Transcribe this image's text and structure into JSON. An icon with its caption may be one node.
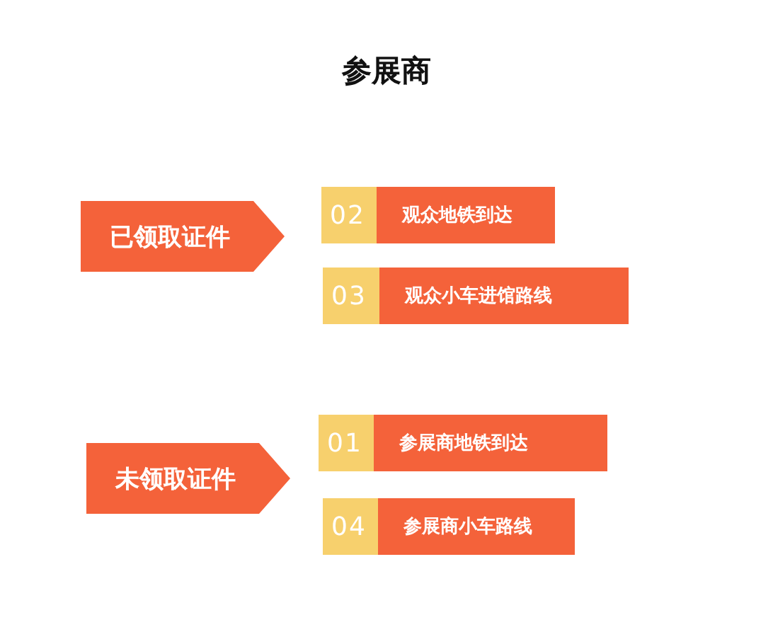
{
  "diagram": {
    "title": "参展商",
    "nodes": [
      {
        "text": [
          "已领取证件"
        ]
      },
      {
        "text": [
          "02"
        ]
      },
      {
        "text": [
          "观众地铁到达"
        ]
      },
      {
        "text": [
          "03"
        ]
      },
      {
        "text": [
          "观众小车进馆路线"
        ]
      },
      {
        "text": [
          "未领取证件"
        ]
      },
      {
        "text": [
          "01"
        ]
      },
      {
        "text": [
          "参展商地铁到达"
        ]
      },
      {
        "text": [
          "04"
        ]
      },
      {
        "text": [
          "参展商小车路线"
        ]
      }
    ]
  }
}
